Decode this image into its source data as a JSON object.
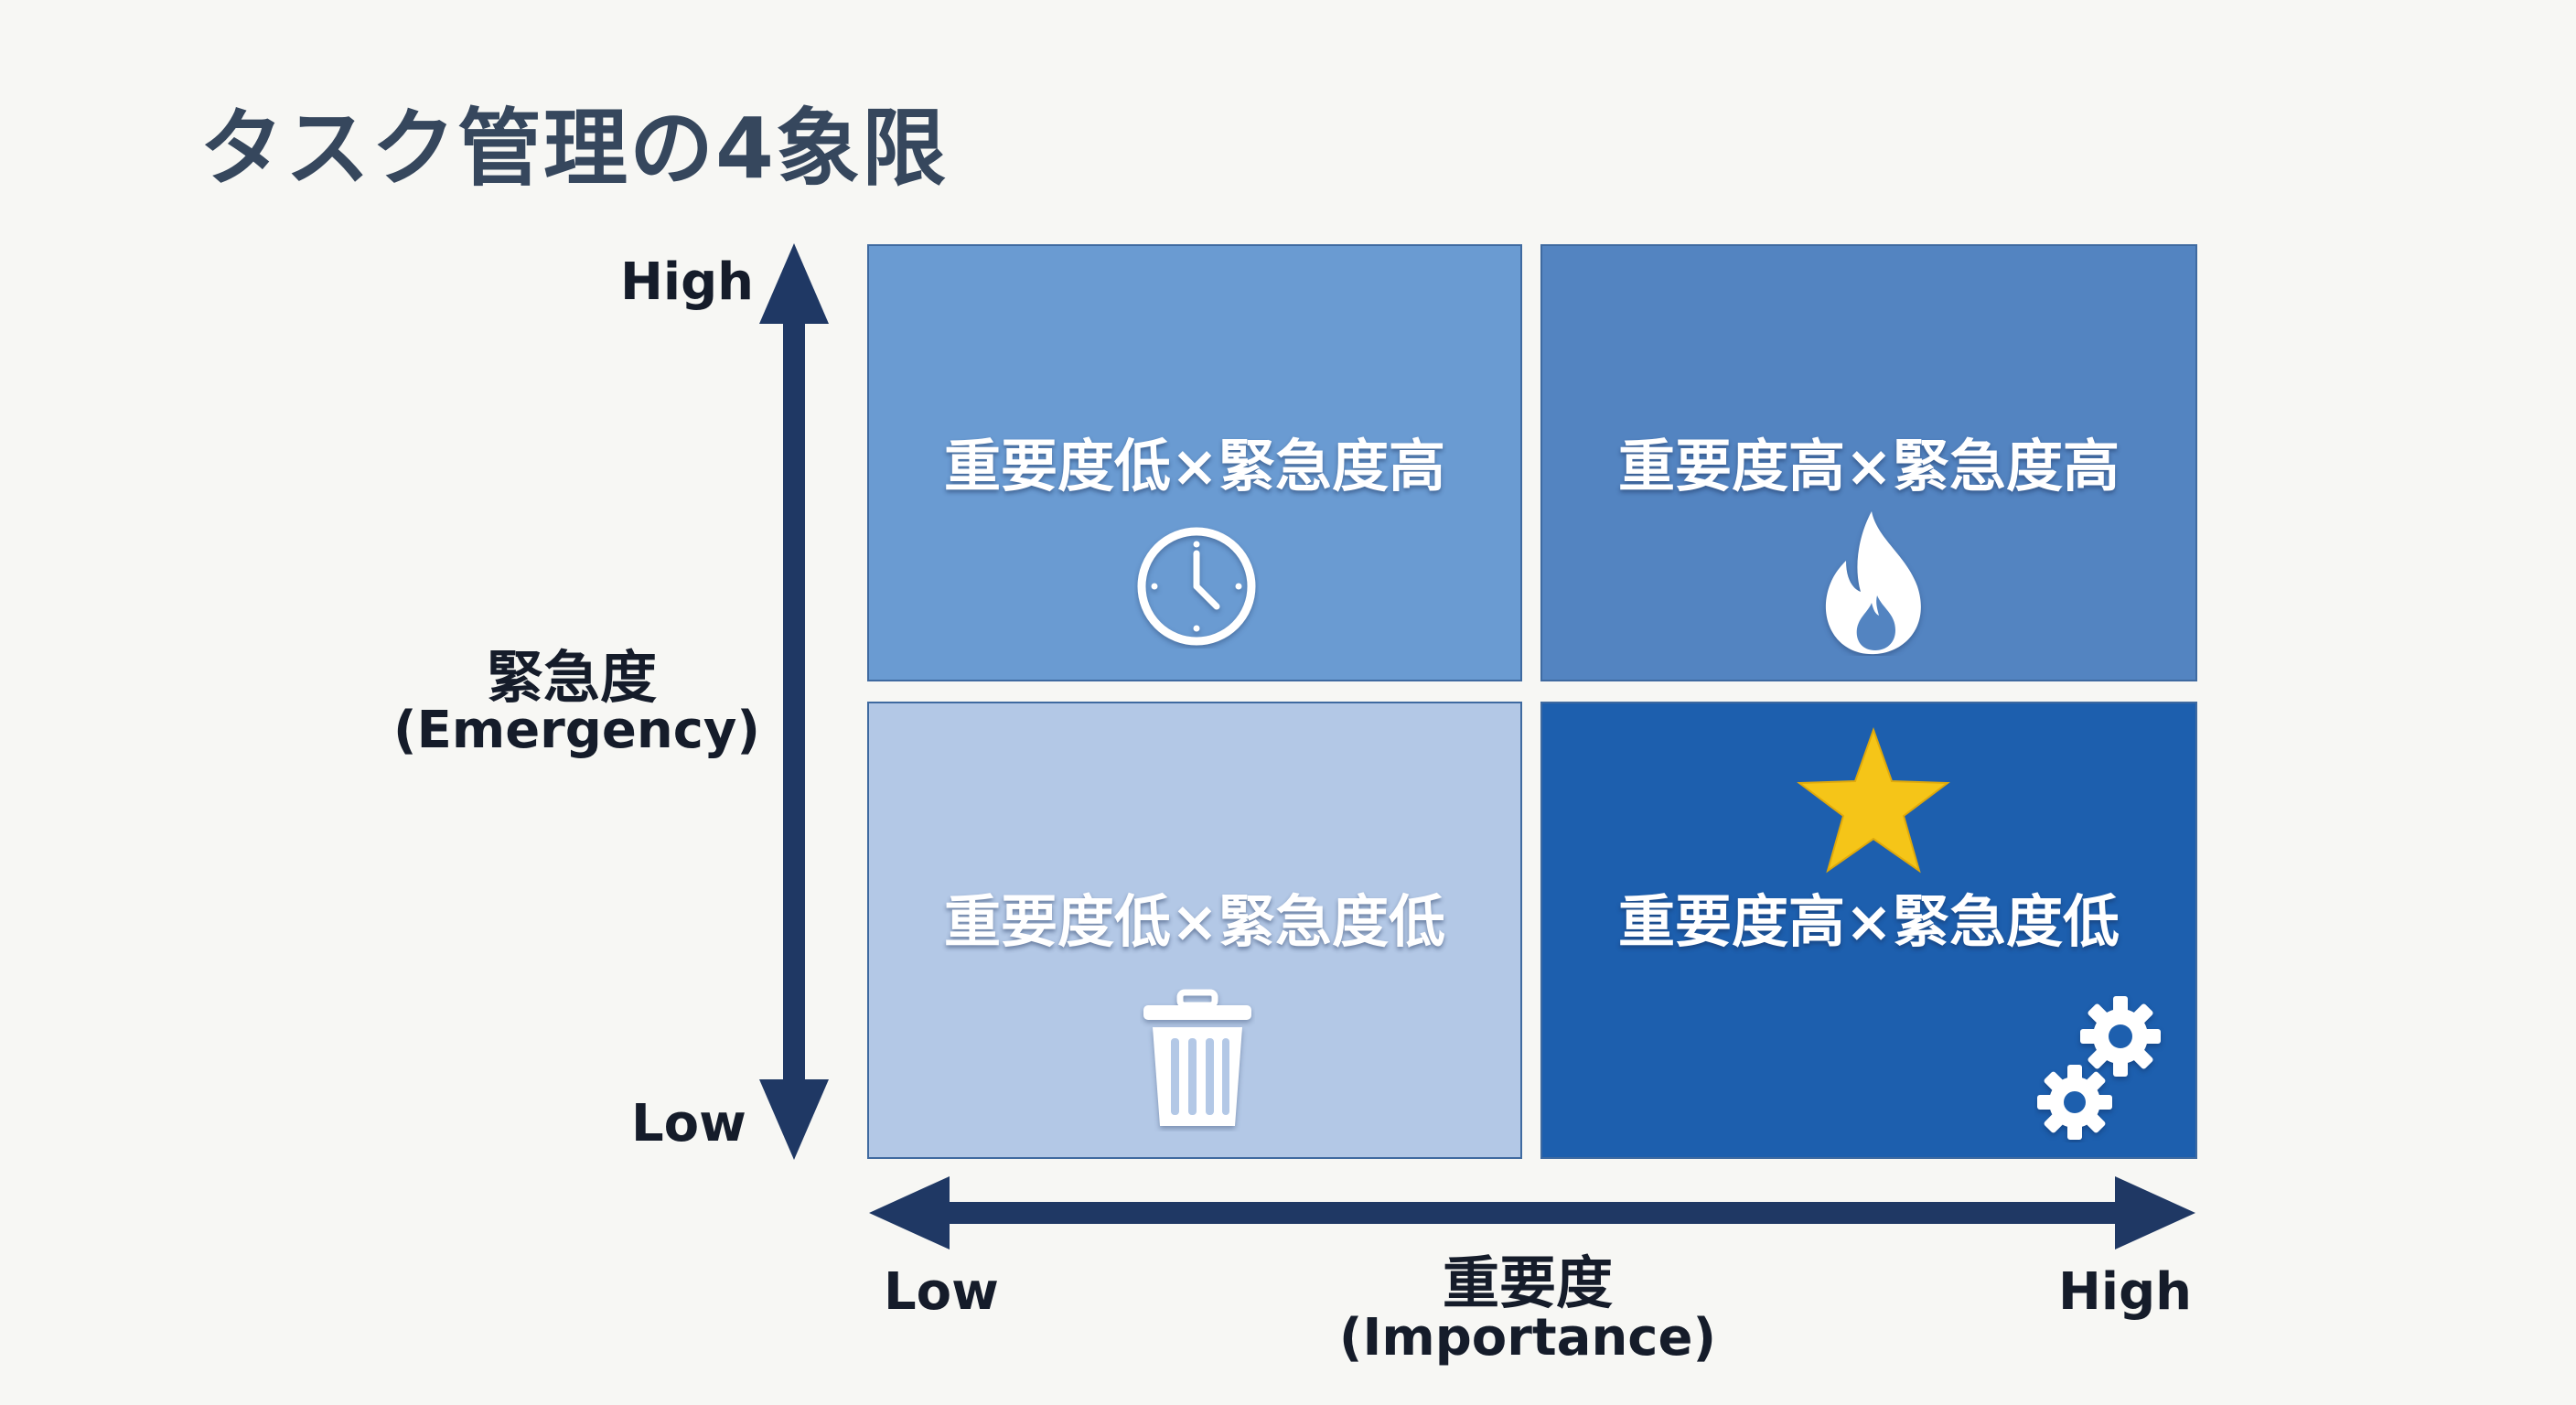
{
  "title": "タスク管理の4象限",
  "colors": {
    "background": "#f7f7f4",
    "title": "#36475d",
    "axis": "#1f3864",
    "quadrant_top_left": "#6a9bd2",
    "quadrant_top_right": "#5384c1",
    "quadrant_bottom_left": "#b3c8e6",
    "quadrant_bottom_right": "#1d5fae",
    "star": "#f5c518"
  },
  "quadrants": {
    "top_left": {
      "label": "重要度低×緊急度高",
      "icon": "clock-icon"
    },
    "top_right": {
      "label": "重要度高×緊急度高",
      "icon": "fire-icon"
    },
    "bottom_left": {
      "label": "重要度低×緊急度低",
      "icon": "trash-icon"
    },
    "bottom_right": {
      "label": "重要度高×緊急度低",
      "icons": [
        "star-icon",
        "gears-icon"
      ]
    }
  },
  "y_axis": {
    "high": "High",
    "low": "Low",
    "name": "緊急度",
    "sub": "(Emergency)"
  },
  "x_axis": {
    "low": "Low",
    "high": "High",
    "name": "重要度",
    "sub": "(Importance)"
  }
}
